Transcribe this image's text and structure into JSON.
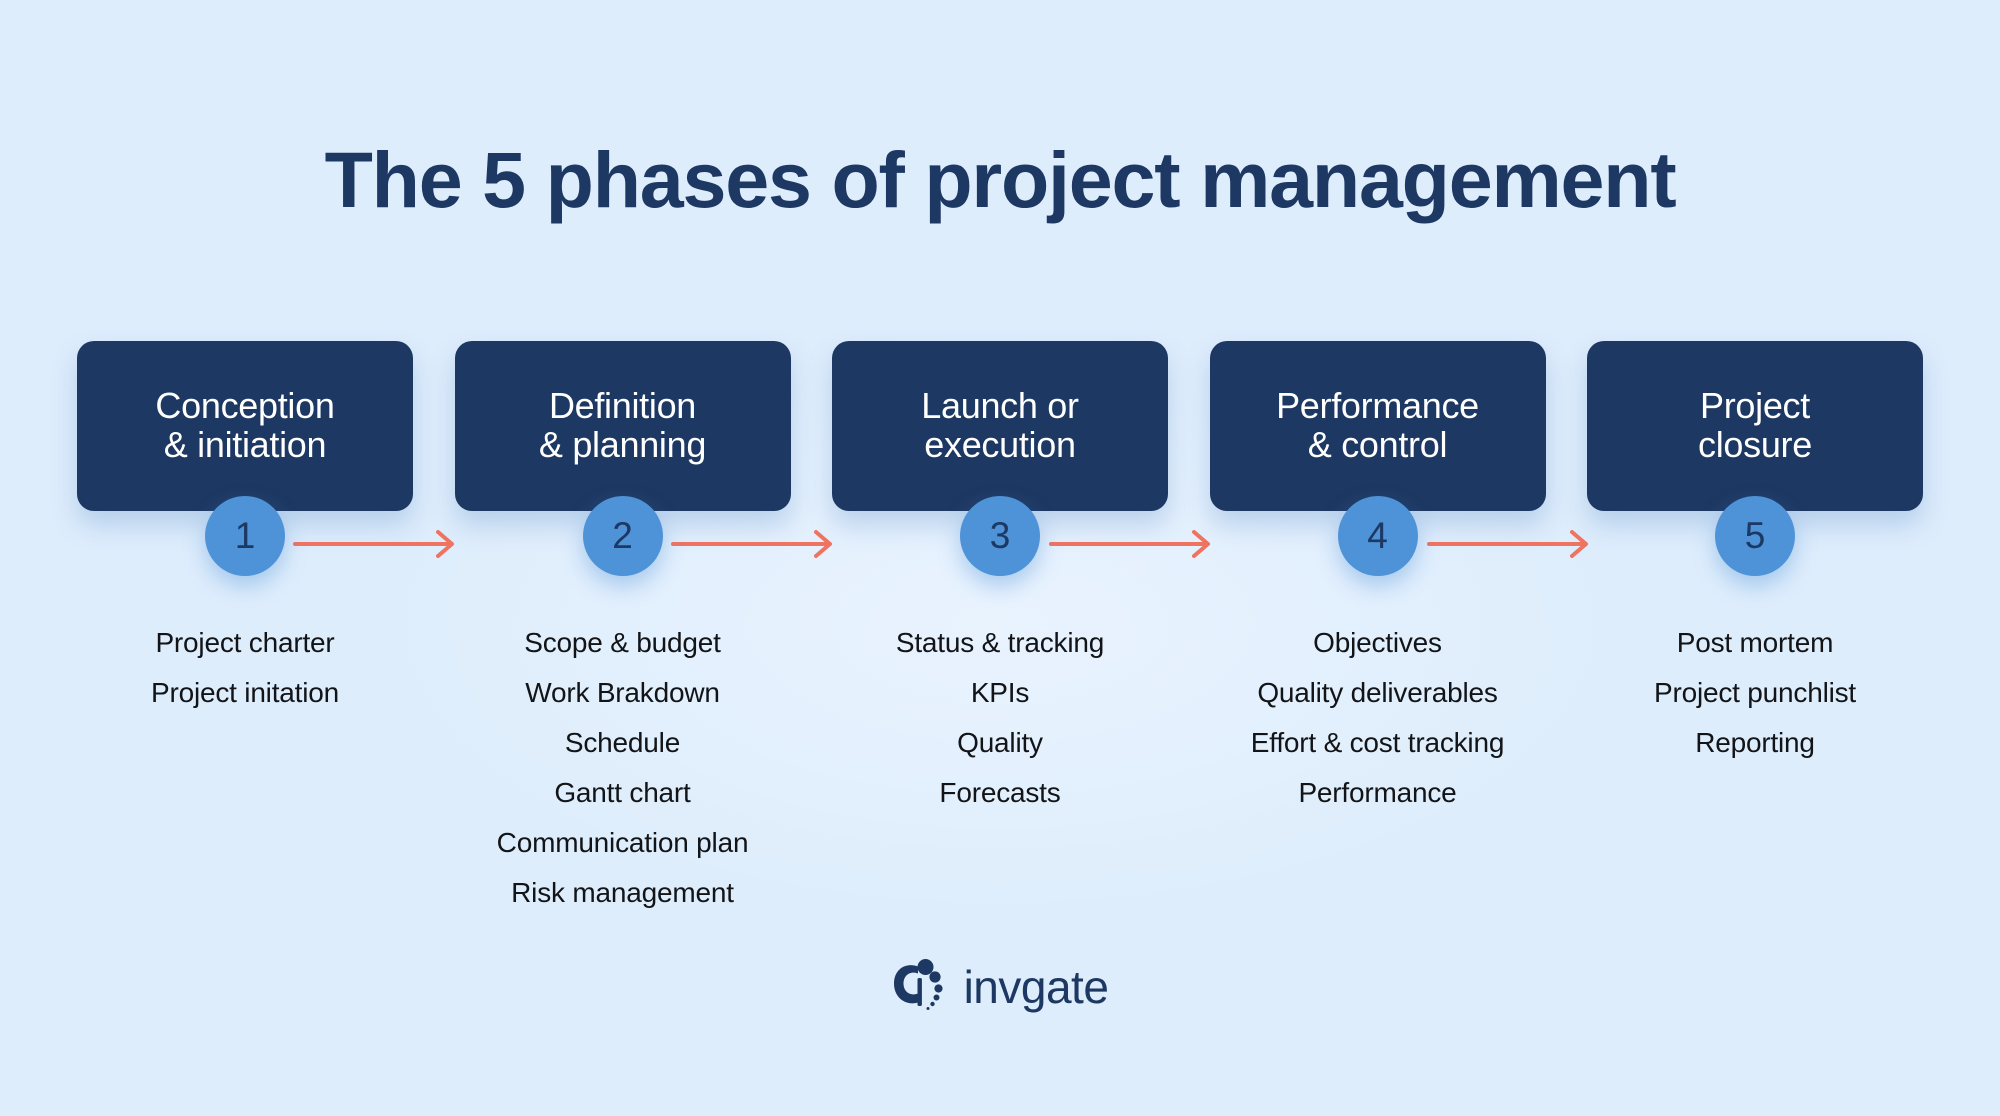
{
  "page": {
    "title": "The 5 phases of project management",
    "background_color": "#deedfc",
    "navy": "#1d3862",
    "circle_blue": "#4e92d8",
    "arrow_coral": "#ef7361"
  },
  "phases": [
    {
      "number": "1",
      "card_title": "Conception\n& initiation",
      "items": [
        "Project charter",
        "Project initation"
      ]
    },
    {
      "number": "2",
      "card_title": "Definition\n& planning",
      "items": [
        "Scope & budget",
        "Work Brakdown",
        "Schedule",
        "Gantt chart",
        "Communication plan",
        "Risk management"
      ]
    },
    {
      "number": "3",
      "card_title": "Launch or\nexecution",
      "items": [
        "Status & tracking",
        "KPIs",
        "Quality",
        "Forecasts"
      ]
    },
    {
      "number": "4",
      "card_title": "Performance\n& control",
      "items": [
        "Objectives",
        "Quality deliverables",
        "Effort & cost tracking",
        "Performance"
      ]
    },
    {
      "number": "5",
      "card_title": "Project\nclosure",
      "items": [
        "Post mortem",
        "Project punchlist",
        "Reporting"
      ]
    }
  ],
  "connectors": [
    {
      "name": "arrow-1-to-2"
    },
    {
      "name": "arrow-2-to-3"
    },
    {
      "name": "arrow-3-to-4"
    },
    {
      "name": "arrow-4-to-5"
    }
  ],
  "logo": {
    "wordmark": "invgate",
    "mark": "invgate-footprint-icon"
  }
}
